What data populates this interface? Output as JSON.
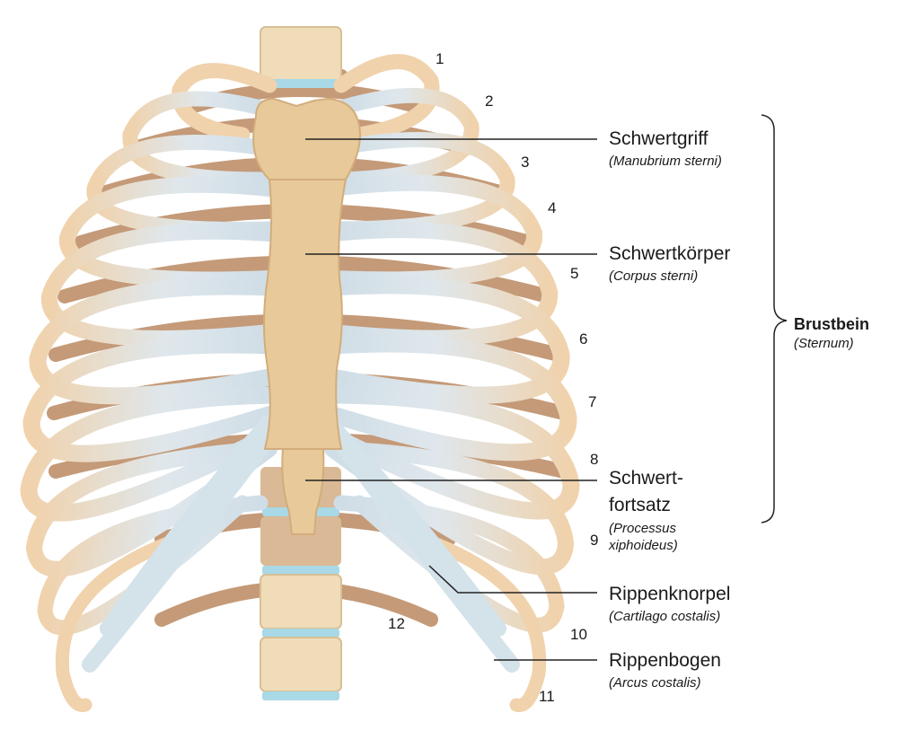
{
  "colors": {
    "rib_front": "#f0d2ac",
    "rib_back": "#c49a78",
    "cartilage": "#d4e2ea",
    "sternum": "#e8c99a",
    "spine": "#f0dcb8",
    "disc": "#a9d8e6",
    "leader_line": "#222222"
  },
  "rib_numbers": [
    "1",
    "2",
    "3",
    "4",
    "5",
    "6",
    "7",
    "8",
    "9",
    "10",
    "11",
    "12"
  ],
  "labels": {
    "manubrium": {
      "name": "Schwertgriff",
      "latin": "(Manubrium sterni)"
    },
    "corpus": {
      "name": "Schwertkörper",
      "latin": "(Corpus sterni)"
    },
    "xiphoid": {
      "name_line1": "Schwert-",
      "name_line2": "fortsatz",
      "latin_line1": "(Processus",
      "latin_line2": "xiphoideus)"
    },
    "cartilage": {
      "name": "Rippenknorpel",
      "latin": "(Cartilago costalis)"
    },
    "arch": {
      "name": "Rippenbogen",
      "latin": "(Arcus costalis)"
    },
    "sternum": {
      "name": "Brustbein",
      "latin": "(Sternum)"
    }
  }
}
